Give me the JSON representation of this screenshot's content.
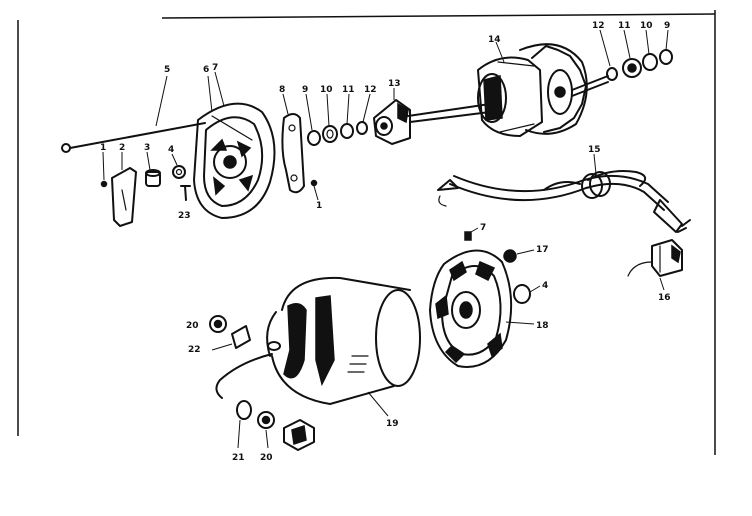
{
  "labels": {
    "p1a": "1",
    "p1b": "1",
    "p2": "2",
    "p3": "3",
    "p4a": "4",
    "p4b": "4",
    "p5": "5",
    "p6": "6",
    "p7a": "7",
    "p7b": "7",
    "p8": "8",
    "p9a": "9",
    "p9b": "9",
    "p10a": "10",
    "p10b": "10",
    "p11a": "11",
    "p11b": "11",
    "p12a": "12",
    "p12b": "12",
    "p13": "13",
    "p14": "14",
    "p15": "15",
    "p16": "16",
    "p17": "17",
    "p18": "18",
    "p19": "19",
    "p20a": "20",
    "p20b": "20",
    "p21": "21",
    "p22": "22",
    "p23": "23"
  }
}
